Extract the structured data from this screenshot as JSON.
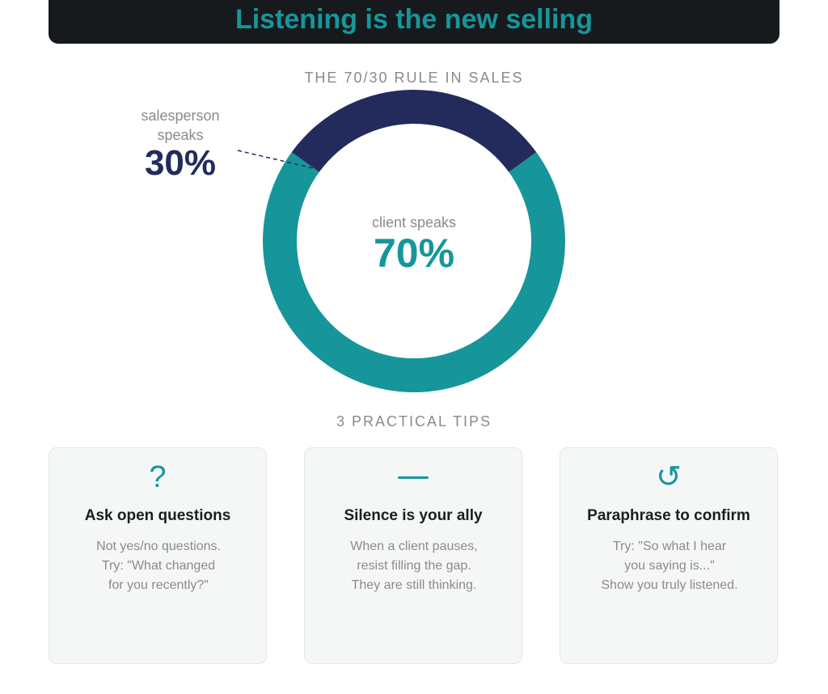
{
  "colors": {
    "teal": "#16969a",
    "navy": "#232b5c",
    "header_bg": "#161a1c",
    "muted": "#8a8a8a",
    "title_dark": "#1b1f21"
  },
  "header": {
    "title": "Listening is the new selling"
  },
  "chart_section": {
    "heading": "THE 70/30 RULE IN SALES"
  },
  "chart_data": {
    "type": "pie",
    "title": "THE 70/30 RULE IN SALES",
    "series": [
      {
        "name": "client speaks",
        "value": 70,
        "label": "70%",
        "color": "#16969a"
      },
      {
        "name": "salesperson speaks",
        "value": 30,
        "label": "30%",
        "color": "#232b5c"
      }
    ]
  },
  "callouts": {
    "salesperson": {
      "label": "salesperson speaks",
      "value": "30%"
    },
    "client": {
      "label": "client speaks",
      "value": "70%"
    }
  },
  "tips": {
    "heading": "3 PRACTICAL TIPS",
    "cards": [
      {
        "icon": "question-icon",
        "icon_glyph": "?",
        "title": "Ask open questions",
        "lines": [
          "Not yes/no questions.",
          "Try: \"What changed",
          "for you recently?\""
        ]
      },
      {
        "icon": "dash-icon",
        "icon_glyph": "",
        "title": "Silence is your ally",
        "lines": [
          "When a client pauses,",
          "resist filling the gap.",
          "They are still thinking."
        ]
      },
      {
        "icon": "refresh-icon",
        "icon_glyph": "↺",
        "title": "Paraphrase to confirm",
        "lines": [
          "Try: \"So what I hear",
          "you saying is...\"",
          "Show you truly listened."
        ]
      }
    ]
  }
}
